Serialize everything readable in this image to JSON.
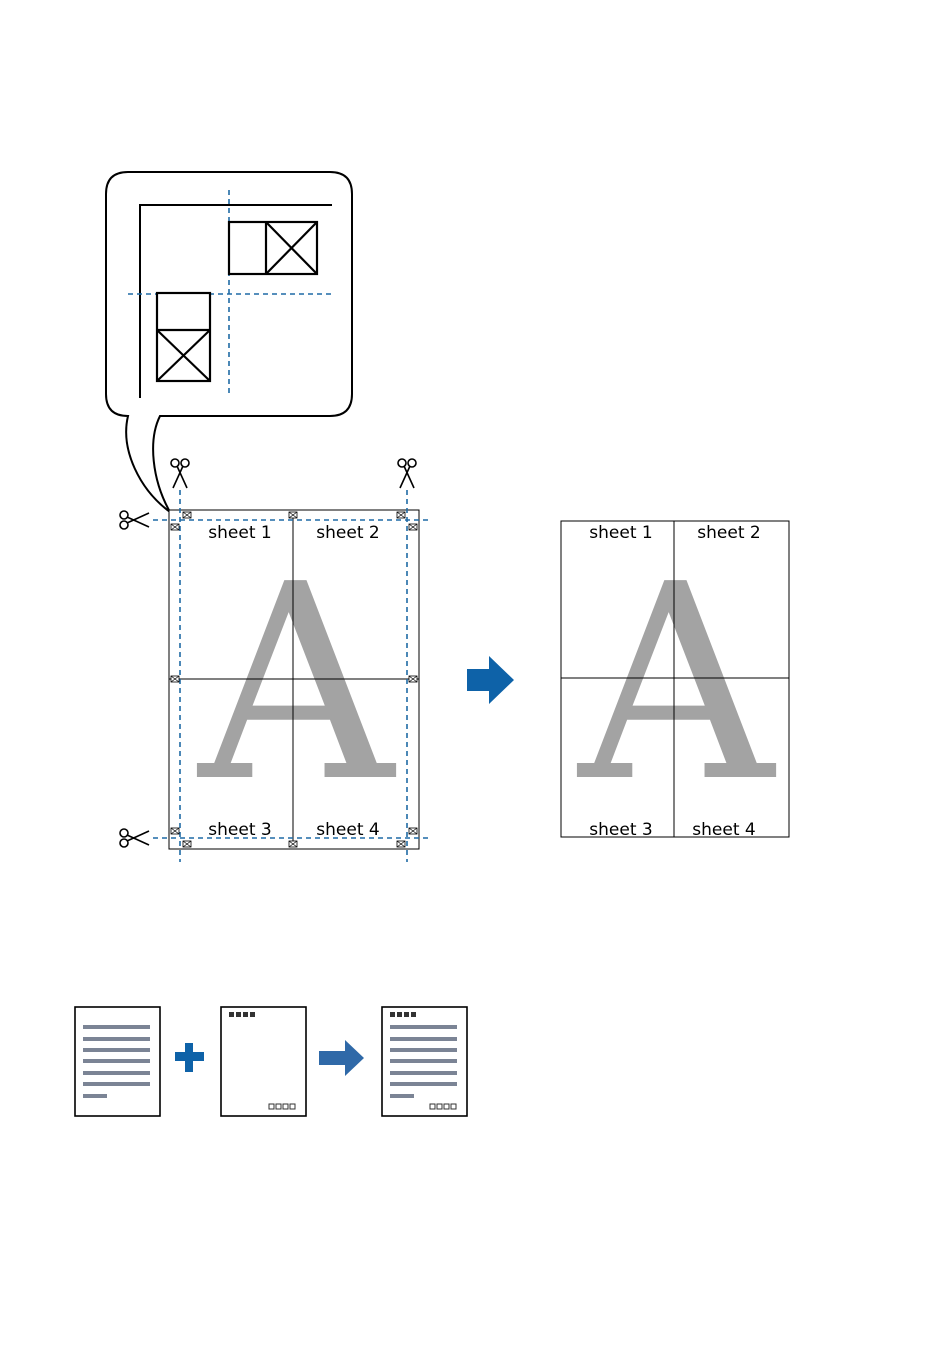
{
  "poster": {
    "sheet_labels": [
      "sheet 1",
      "sheet 2",
      "sheet 3",
      "sheet 4"
    ],
    "big_letter": "A",
    "result_labels": [
      "sheet 1",
      "sheet 2",
      "sheet 3",
      "sheet 4"
    ]
  },
  "icons": {
    "scissors": "scissors-icon",
    "arrow": "arrow-right-icon",
    "plus": "plus-icon"
  },
  "colors": {
    "cut_line": "#1f6aa5",
    "arrow": "#0e62a8",
    "letter": "#a3a3a3",
    "text_lines": "#7b8495"
  }
}
